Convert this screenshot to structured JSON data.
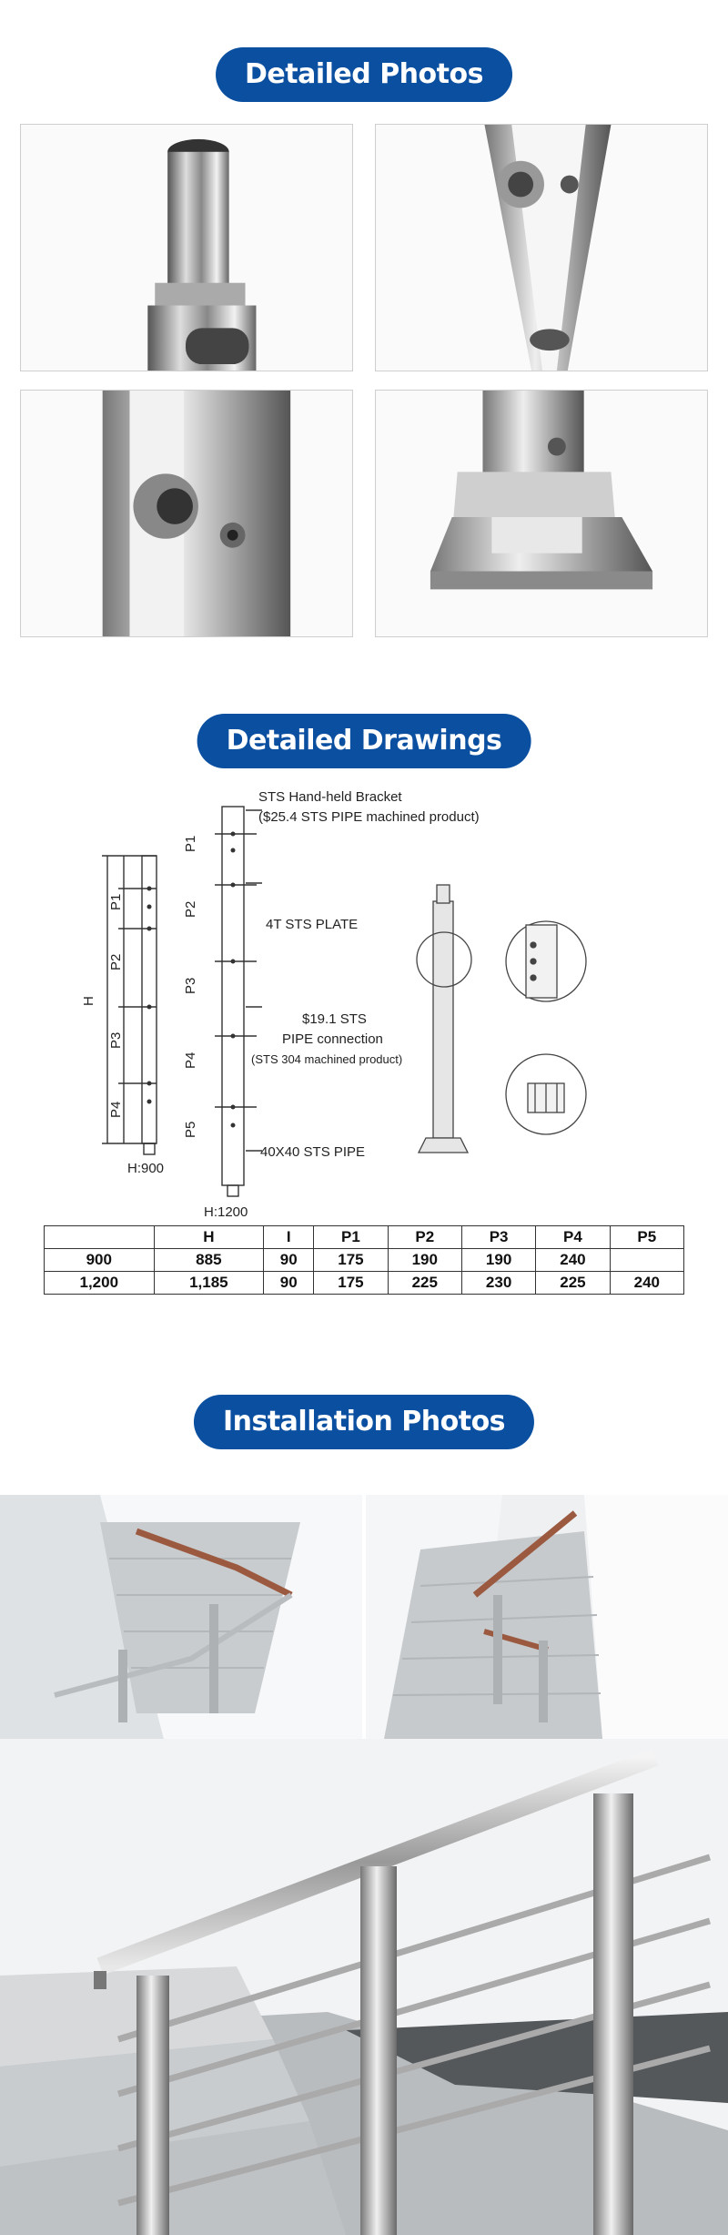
{
  "sections": {
    "photos_title": "Detailed Photos",
    "drawings_title": "Detailed Drawings",
    "install_title": "Installation Photos"
  },
  "drawing": {
    "label_bracket": "STS Hand-held Bracket",
    "label_bracket_sub": "($25.4 STS PIPE machined product)",
    "label_plate": "4T STS PLATE",
    "label_pipe_a": "$19.1 STS",
    "label_pipe_b": "PIPE connection",
    "label_pipe_c": "(STS 304 machined product)",
    "label_pipe40": "40X40 STS PIPE",
    "h900": "H:900",
    "h1200": "H:1200",
    "dim_h": "H",
    "p1": "P1",
    "p2": "P2",
    "p3": "P3",
    "p4": "P4",
    "p5": "P5"
  },
  "table": {
    "headers": [
      "",
      "H",
      "I",
      "P1",
      "P2",
      "P3",
      "P4",
      "P5"
    ],
    "rows": [
      [
        "900",
        "885",
        "90",
        "175",
        "190",
        "190",
        "240",
        ""
      ],
      [
        "1,200",
        "1,185",
        "90",
        "175",
        "225",
        "230",
        "225",
        "240"
      ]
    ]
  }
}
